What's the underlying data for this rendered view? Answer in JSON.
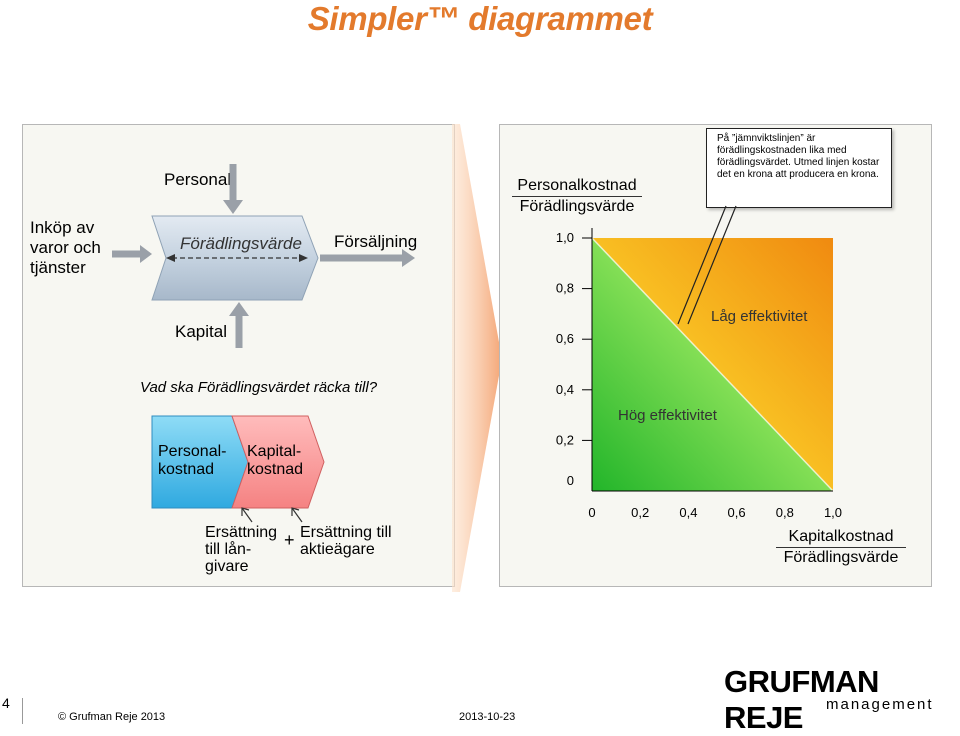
{
  "title": "Simpler™ diagrammet",
  "left_panel": {
    "flow": {
      "input_label": "Inköp av varor och tjänster",
      "personal": "Personal",
      "center": "Förädlingsvärde",
      "output": "Försäljning",
      "capital": "Kapital"
    },
    "question": "Vad ska Förädlingsvärdet räcka till?",
    "boxes": {
      "personnel_cost": "Personal-kostnad",
      "capital_cost": "Kapital-kostnad"
    },
    "compensation": {
      "lenders": "Ersättning till lån-givare",
      "plus": "+",
      "shareholders": "Ersättning till aktieägare"
    }
  },
  "chart_data": {
    "type": "area",
    "y_numerator": "Personalkostnad",
    "y_denominator": "Förädlingsvärde",
    "x_numerator": "Kapitalkostnad",
    "x_denominator": "Förädlingsvärde",
    "x_ticks": [
      "0",
      "0,2",
      "0,4",
      "0,6",
      "0,8",
      "1,0"
    ],
    "y_ticks": [
      "0",
      "0,2",
      "0,4",
      "0,6",
      "0,8",
      "1,0"
    ],
    "xlim": [
      0,
      1
    ],
    "ylim": [
      0,
      1
    ],
    "line": {
      "x": [
        0,
        1
      ],
      "y": [
        1,
        0
      ]
    },
    "regions": {
      "low": "Låg effektivitet",
      "high": "Hög effektivitet"
    },
    "colors": {
      "low": "#f7a21a",
      "high": "#4ccc3b"
    },
    "callout": "På ”jämnviktslinjen” är förädlingskostnaden lika med förädlingsvärdet. Utmed linjen kostar det en krona att producera en krona."
  },
  "footer": {
    "page_number": "4",
    "copyright": "© Grufman Reje 2013",
    "date": "2013-10-23",
    "logo_top": "GRUFMAN REJE",
    "logo_bottom": "management"
  }
}
